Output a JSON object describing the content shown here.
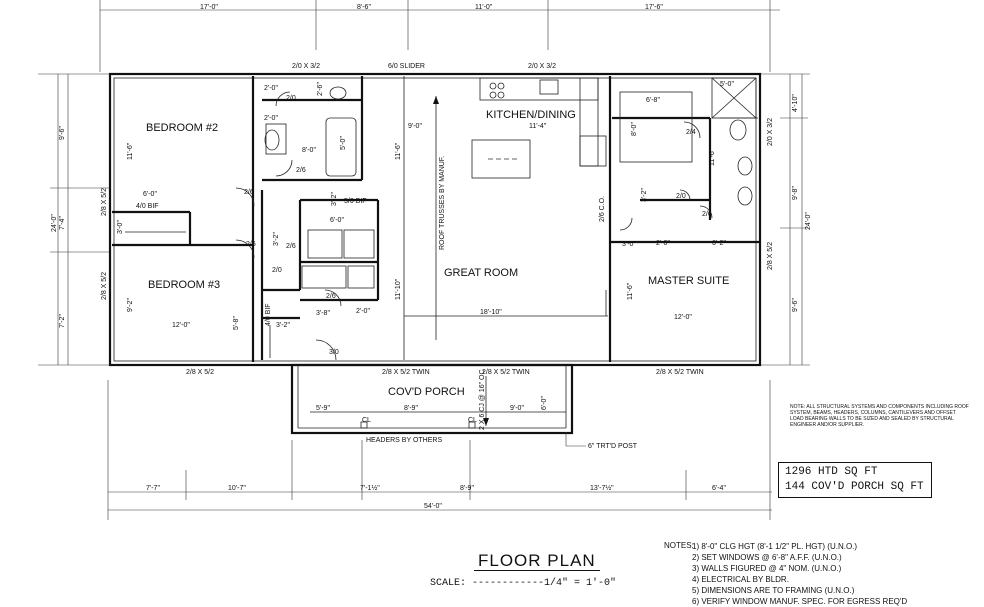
{
  "top_dimensions": [
    "17'-0\"",
    "8'-6\"",
    "11'-0\"",
    "17'-6\""
  ],
  "bottom_dimensions": [
    "7'-7\"",
    "10'-7\"",
    "7'-1½\"",
    "8'-9\"",
    "13'-7½\"",
    "6'-4\""
  ],
  "overall_width": "54'-0\"",
  "left_dimensions": [
    "9'-6\"",
    "7'-4\"",
    "7'-2\""
  ],
  "left_overall": "24'-0\"",
  "right_dimensions": [
    "4'-10\"",
    "9'-8\"",
    "9'-6\""
  ],
  "right_overall": "24'-0\"",
  "rooms": {
    "bedroom2": "BEDROOM #2",
    "bedroom3": "BEDROOM #3",
    "kitchen": "KITCHEN/DINING",
    "great_room": "GREAT ROOM",
    "master": "MASTER SUITE",
    "porch": "COV'D PORCH"
  },
  "interior_labels": {
    "b2_depth": "11'-6\"",
    "b3_width": "12'-0\"",
    "b3_depth": "9'-2\"",
    "closet_b2": "6'-0\"",
    "closet_b2_bif": "4/0 BIF",
    "closet_b2_small": "3'-0\"",
    "door_26a": "2/6",
    "door_26b": "2/6",
    "door_26c": "2/6",
    "door_26d": "2/6",
    "door_20a": "2/0",
    "door_20b": "2/0",
    "dim_20a": "2'-0\"",
    "dim_20b": "2'-0\"",
    "dim_26": "2'-6\"",
    "bath_dim": "8'-0\"",
    "tub_dim": "5'-0\"",
    "linen_bif": "5/0 BIF",
    "linen_dim": "6'-0\"",
    "linen_h": "3'-2\"",
    "w_h": "3'-2\"",
    "d26_laundry": "2/6",
    "laundry_dim": "3'-8\"",
    "laundry_dim2": "2'-0\"",
    "bif40": "4/0 BIF",
    "dim_5_8": "5'-8\"",
    "dim_3_2": "3'-2\"",
    "front_door": "3/0",
    "kitchen_width": "11'-4\"",
    "kitchen_depth": "9'-0\"",
    "great_depth": "11'-6\"",
    "great_depth2": "11'-10\"",
    "great_width": "18'-10\"",
    "trusses": "ROOF TRUSSES BY MANUF.",
    "pantry_co": "2/6 C.O.",
    "master_bath": "6'-8\"",
    "master_closet": "5'-0\"",
    "master_d24": "2/4",
    "master_d20": "2/0",
    "master_d26": "2/6",
    "master_depth": "11'-6\"",
    "master_width": "12'-0\"",
    "master_hall": "2'-0\"",
    "master_hall2": "6'-2\"",
    "master_wc": "3'-2\"",
    "master_small": "3'-0\"",
    "master_bath_depth": "8'-0\"",
    "master_walk": "11'-6\""
  },
  "windows": {
    "top_bath": "2/0 X 3/2",
    "slider": "6/0 SLIDER",
    "top_kitchen": "2/0 X 3/2",
    "left_b2": "2/8 X 5/2",
    "left_b3": "2/8 X 5/2",
    "bottom_b3": "2/8 X 5/2",
    "bottom_great1": "2/8 X 5/2 TWIN",
    "bottom_great2": "2/8 X 5/2 TWIN",
    "bottom_master": "2/8 X 5/2 TWIN",
    "right_master_bath": "2/0 X 3/2",
    "right_master": "2/8 X 5/2"
  },
  "porch": {
    "dim1": "5'-9\"",
    "dim2": "8'-9\"",
    "dim3": "9'-0\"",
    "depth": "6'-0\"",
    "joists": "2 X 6 CJ @ 16\" OC",
    "cl1": "CL",
    "cl2": "CL",
    "headers": "HEADERS BY OTHERS",
    "post": "6\" TRT'D POST"
  },
  "structural_note": "NOTE: ALL STRUCTURAL SYSTEMS AND COMPONENTS INCLUDING ROOF SYSTEM, BEAMS, HEADERS, COLUMNS, CANTILEVERS AND OFFSET LOAD BEARING WALLS TO BE SIZED AND SEALED BY STRUCTURAL ENGINEER AND/OR SUPPLIER.",
  "area": {
    "heated": "1296 HTD SQ FT",
    "porch": "144 COV'D PORCH SQ FT"
  },
  "title": "FLOOR PLAN",
  "scale": "SCALE: ------------1/4\" = 1'-0\"",
  "notes_label": "NOTES:",
  "notes": [
    "1)  8'-0\" CLG HGT (8'-1 1/2\" PL. HGT) (U.N.O.)",
    "2)  SET WINDOWS @ 6'-8\" A.F.F. (U.N.O.)",
    "3)  WALLS FIGURED @ 4\" NOM. (U.N.O.)",
    "4)  ELECTRICAL BY BLDR.",
    "5)  DIMENSIONS ARE TO FRAMING (U.N.O.)",
    "6)  VERIFY WINDOW MANUF. SPEC. FOR EGRESS REQ'D"
  ]
}
